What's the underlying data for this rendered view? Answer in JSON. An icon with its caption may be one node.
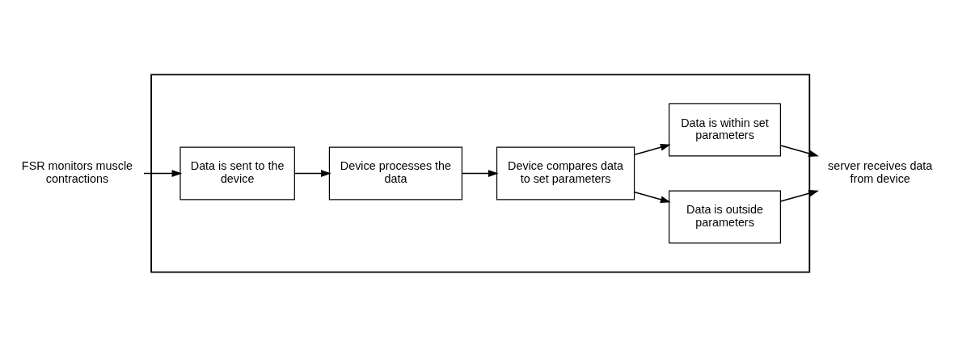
{
  "diagram": {
    "nodes": [
      {
        "text": [
          "FSR monitors muscle contractions"
        ]
      },
      {
        "text": [],
        "shape": "box"
      },
      {
        "text": [
          "Data is sent to the device"
        ],
        "in": 1
      },
      {
        "text": [
          "Device processes the data"
        ],
        "in": 1
      },
      {
        "text": [
          "Device compares data to set parameters"
        ],
        "in": 1
      },
      {
        "text": [
          "Data is outside parameters"
        ],
        "in": 1
      },
      {
        "text": [
          "Data is within set parameters"
        ],
        "in": 1
      },
      {
        "text": [
          "server receives data from device"
        ]
      }
    ],
    "edges": [
      {
        "from": 0,
        "to": 2,
        "arrow": "to"
      },
      {
        "from": 2,
        "to": 3,
        "arrow": "to"
      },
      {
        "from": 3,
        "to": 4,
        "arrow": "to"
      },
      {
        "from": 4,
        "to": 5,
        "arrow": "to"
      },
      {
        "from": 4,
        "to": 6,
        "arrow": "to"
      },
      {
        "from": 6,
        "to": 7,
        "arrow": "to"
      },
      {
        "from": 5,
        "to": 7,
        "arrow": "to"
      }
    ]
  }
}
